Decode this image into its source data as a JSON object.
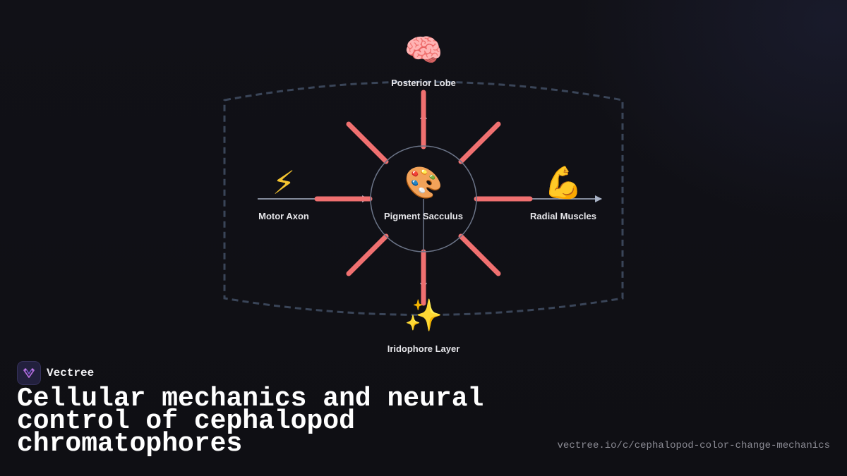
{
  "diagram": {
    "center": {
      "label": "Pigment Sacculus",
      "icon": "palette-icon",
      "glyph": "🎨"
    },
    "top": {
      "label": "Posterior Lobe",
      "icon": "brain-icon",
      "glyph": "🧠"
    },
    "left": {
      "label": "Motor Axon",
      "icon": "lightning-icon",
      "glyph": "⚡"
    },
    "right": {
      "label": "Radial Muscles",
      "icon": "flexed-biceps-icon",
      "glyph": "💪"
    },
    "bottom": {
      "label": "Iridophore Layer",
      "icon": "sparkles-icon",
      "glyph": "✨"
    }
  },
  "colors": {
    "accent": "#f07070",
    "arrow": "#a9b3c6",
    "boundary": "#3a4558",
    "label": "#e6e6ea"
  },
  "brand": {
    "name": "Vectree",
    "logo_icon": "vectree-logo-icon"
  },
  "title": "Cellular mechanics and neural control of cephalopod chromatophores",
  "url": "vectree.io/c/cephalopod-color-change-mechanics"
}
